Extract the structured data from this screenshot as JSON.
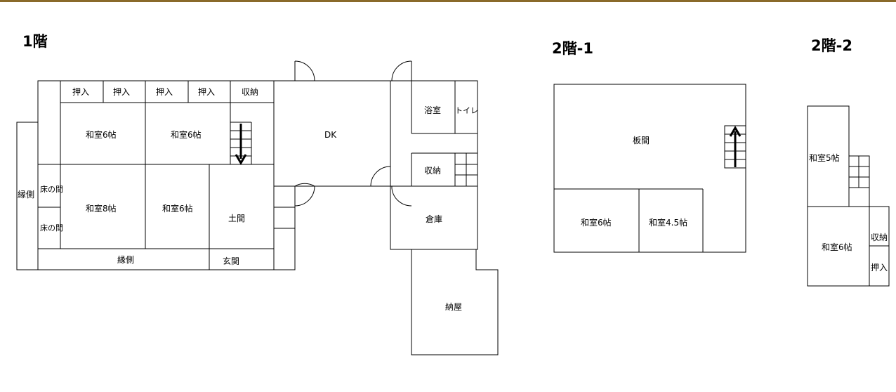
{
  "titles": {
    "floor1": "1階",
    "floor2_1": "2階-1",
    "floor2_2": "2階-2"
  },
  "floor1": {
    "oshiire": "押入",
    "shuno": "収納",
    "washitsu6": "和室6帖",
    "washitsu8": "和室8帖",
    "dk": "DK",
    "engawa": "縁側",
    "tokonoma": "床の間",
    "doma": "土間",
    "genkan": "玄関",
    "yokushitsu": "浴室",
    "toilet": "トイレ",
    "souko": "倉庫",
    "naya": "納屋"
  },
  "floor2_1": {
    "itama": "板間",
    "washitsu6": "和室6帖",
    "washitsu45": "和室4.5帖"
  },
  "floor2_2": {
    "washitsu5": "和室5帖",
    "washitsu6": "和室6帖",
    "shuno": "収納",
    "oshiire": "押入"
  },
  "colors": {
    "line": "#000000",
    "top_border": "#8a6a2a",
    "background": "#ffffff"
  }
}
